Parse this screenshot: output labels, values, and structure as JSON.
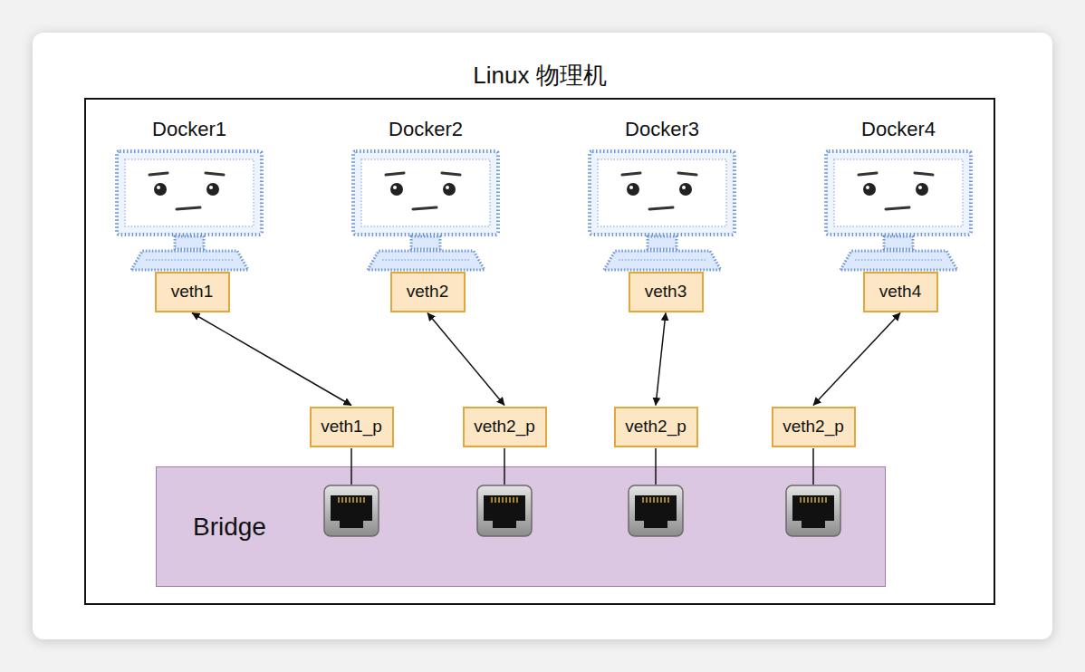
{
  "diagram": {
    "nodes": [
      {
        "text": [
          "Linux 物理机"
        ]
      },
      {
        "text": [
          "Docker1"
        ],
        "in": 0
      },
      {
        "text": [
          "Docker2"
        ],
        "in": 0
      },
      {
        "text": [
          "Docker3"
        ],
        "in": 0
      },
      {
        "text": [
          "Docker4"
        ],
        "in": 0
      },
      {
        "text": [
          "veth1"
        ],
        "in": 0
      },
      {
        "text": [
          "veth2"
        ],
        "in": 0
      },
      {
        "text": [
          "veth3"
        ],
        "in": 0
      },
      {
        "text": [
          "veth4"
        ],
        "in": 0
      },
      {
        "text": [
          "veth1_p"
        ],
        "in": 0
      },
      {
        "text": [
          "veth2_p"
        ],
        "in": 0
      },
      {
        "text": [
          "veth2_p"
        ],
        "in": 0
      },
      {
        "text": [
          "veth2_p"
        ],
        "in": 0
      },
      {
        "text": [
          "Bridge"
        ],
        "in": 0
      }
    ],
    "edges": [
      {
        "from": 5,
        "to": 9,
        "arrow": "both"
      },
      {
        "from": 6,
        "to": 10,
        "arrow": "both"
      },
      {
        "from": 7,
        "to": 11,
        "arrow": "both"
      },
      {
        "from": 8,
        "to": 12,
        "arrow": "both"
      }
    ]
  }
}
